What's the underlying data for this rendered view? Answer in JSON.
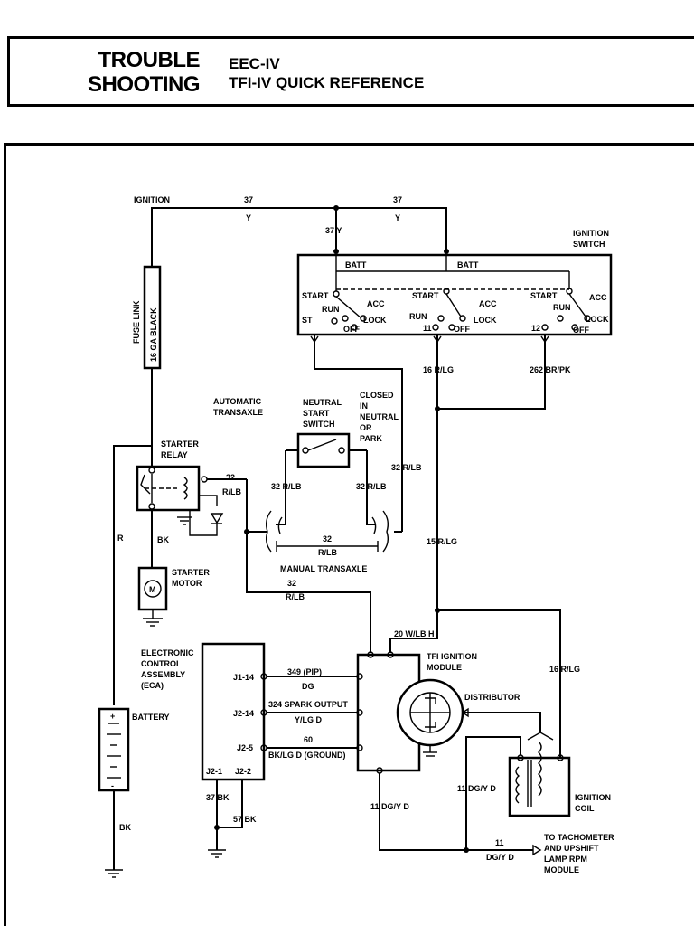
{
  "header": {
    "left_line1": "TROUBLE",
    "left_line2": "SHOOTING",
    "right_line1": "EEC-IV",
    "right_line2": "TFI-IV QUICK REFERENCE"
  },
  "labels": {
    "ignition": "IGNITION",
    "w37a": "37",
    "w37a_color": "Y",
    "w37b": "37",
    "w37b_color": "Y",
    "w37y_drop": "37 Y",
    "fuse_link": "FUSE LINK",
    "fuse_ga": "16 GA BLACK",
    "ign_switch_1": "IGNITION",
    "ign_switch_2": "SWITCH",
    "batt1": "BATT",
    "batt2": "BATT",
    "start1": "START",
    "run1": "RUN",
    "acc1": "ACC",
    "lock1": "LOCK",
    "st": "ST",
    "off1": "OFF",
    "start2": "START",
    "run2": "RUN",
    "acc2": "ACC",
    "lock2": "LOCK",
    "n11": "11",
    "off2": "OFF",
    "start3": "START",
    "run3": "RUN",
    "acc3": "ACC",
    "lock3": "LOCK",
    "n12": "12",
    "off3": "OFF",
    "w16_rlg_a": "16 R/LG",
    "w262": "262 BR/PK",
    "auto_trans_1": "AUTOMATIC",
    "auto_trans_2": "TRANSAXLE",
    "nss_1": "NEUTRAL",
    "nss_2": "START",
    "nss_3": "SWITCH",
    "closed_1": "CLOSED",
    "closed_2": "IN",
    "closed_3": "NEUTRAL",
    "closed_4": "OR",
    "closed_5": "PARK",
    "starter_relay_1": "STARTER",
    "starter_relay_2": "RELAY",
    "w32_a": "32",
    "w32_rlb_a": "R/LB",
    "w32_rlb_left": "32  R/LB",
    "w32_rlb_right": "32  R/LB",
    "w32_rlb_far": "32  R/LB",
    "w32_mid": "32",
    "w32_mid_color": "R/LB",
    "manual_trans": "MANUAL TRANSAXLE",
    "w32_low": "32",
    "w32_low_color": "R/LB",
    "w15_rlg": "15  R/LG",
    "r": "R",
    "bk1": "BK",
    "starter_motor_1": "STARTER",
    "starter_motor_2": "MOTOR",
    "m": "M",
    "eca_1": "ELECTRONIC",
    "eca_2": "CONTROL",
    "eca_3": "ASSEMBLY",
    "eca_4": "(ECA)",
    "j1_14": "J1-14",
    "j2_14": "J2-14",
    "j2_5": "J2-5",
    "j2_1": "J2-1",
    "j2_2": "J2-2",
    "w349": "349  (PIP)",
    "w349_color": "DG",
    "w324": "324  SPARK OUTPUT",
    "w324_color": "Y/LG  D",
    "w60": "60",
    "w60_color": "BK/LG  D  (GROUND)",
    "w20": "20  W/LB  H",
    "tfi_1": "TFI IGNITION",
    "tfi_2": "MODULE",
    "distributor": "DISTRIBUTOR",
    "w16_rlg_b": "16  R/LG",
    "battery": "BATTERY",
    "plus": "+",
    "minus": "-",
    "bk2": "BK",
    "w37bk": "37  BK",
    "w57bk": "57  BK",
    "w11_dgyd_a": "11  DG/Y  D",
    "w11_dgyd_b": "11  DG/Y  D",
    "w11": "11",
    "w11_color": "DG/Y  D",
    "coil_1": "IGNITION",
    "coil_2": "COIL",
    "tach_1": "TO TACHOMETER",
    "tach_2": "AND UPSHIFT",
    "tach_3": "LAMP RPM",
    "tach_4": "MODULE"
  }
}
